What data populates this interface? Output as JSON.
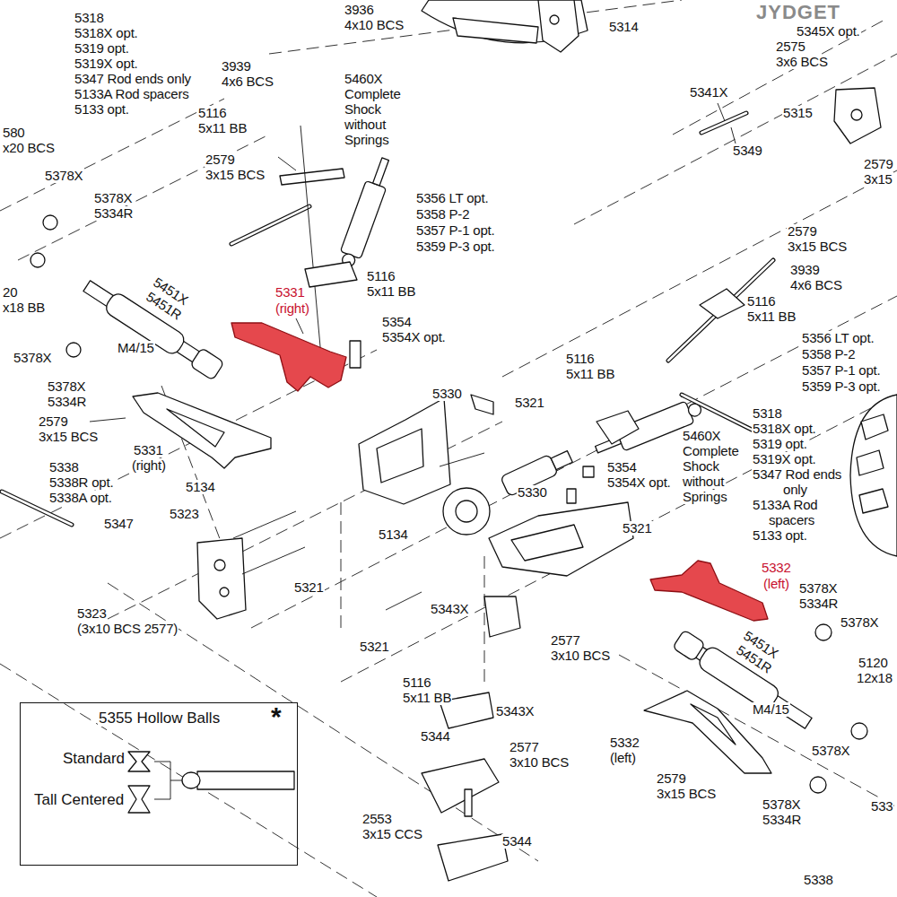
{
  "diagram": {
    "nodes": [
      {
        "text": [
          "5355 Hollow Balls",
          "*",
          "Standard",
          "Tall Centered"
        ]
      }
    ],
    "labels": [
      "5318",
      "5318X opt.",
      "5319 opt.",
      "5319X opt.",
      "5347 Rod ends only",
      "5133A Rod spacers",
      "5133 opt.",
      "3936",
      "4x10 BCS",
      "5314",
      "JYDGET",
      "5345X opt.",
      "2575",
      "3x6 BCS",
      "3939",
      "4x6 BCS",
      "5460X",
      "Complete",
      "Shock",
      "without",
      "Springs",
      "5341X",
      "5315",
      "5116",
      "5x11 BB",
      "5349",
      "580",
      "x20 BCS",
      "2579",
      "3x15 BCS",
      "2579",
      "3x15",
      "5378X",
      "5378X",
      "5334R",
      "5356 LT opt.",
      "5358 P-2",
      "5357 P-1 opt.",
      "5359 P-3 opt.",
      "2579",
      "3x15 BCS",
      "3939",
      "4x6 BCS",
      "5451X",
      "5451R",
      "5331",
      "(right)",
      "5116",
      "5x11 BB",
      "20",
      "x18 BB",
      "5116",
      "5x11 BB",
      "5354",
      "5354X opt.",
      "5356 LT opt.",
      "5358 P-2",
      "5357 P-1 opt.",
      "5359 P-3 opt.",
      "M4/15",
      "5378X",
      "5116",
      "5x11 BB",
      "5378X",
      "5334R",
      "5330",
      "5321",
      "5318",
      "5318X opt.",
      "5319 opt.",
      "5319X opt.",
      "5347 Rod ends",
      "only",
      "5133A Rod",
      "spacers",
      "5133 opt.",
      "2579",
      "3x15 BCS",
      "5460X",
      "Complete",
      "Shock",
      "without",
      "Springs",
      "5331",
      "(right)",
      "5354",
      "5354X opt.",
      "5338",
      "5338R opt.",
      "5338A opt.",
      "5134",
      "5330",
      "5323",
      "5347",
      "5321",
      "5134",
      "5332",
      "(left)",
      "5321",
      "5378X",
      "5334R",
      "5343X",
      "5378X",
      "5323",
      "(3x10 BCS 2577)",
      "5451X",
      "5451R",
      "2577",
      "3x10 BCS",
      "5321",
      "5120",
      "12x18",
      "5116",
      "5x11 BB",
      "M4/15",
      "5343X",
      "5332",
      "(left)",
      "5344",
      "2577",
      "3x10 BCS",
      "5378X",
      "2579",
      "3x15 BCS",
      "5378X",
      "5334R",
      "533",
      "2553",
      "3x15 CCS",
      "5344",
      "5338"
    ]
  }
}
